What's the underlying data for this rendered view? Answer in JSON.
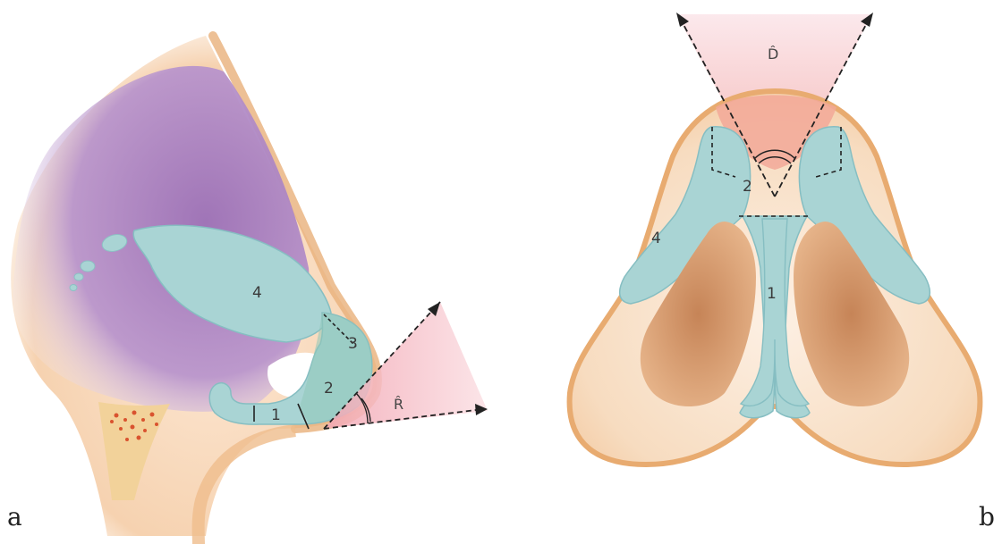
{
  "panels": {
    "a": {
      "letter": "a",
      "labels": {
        "lower_lateral_medial": "1",
        "lower_lateral_middle": "2",
        "lower_lateral_lateral": "3",
        "upper_lateral": "4"
      },
      "angle_label": "R̂"
    },
    "b": {
      "letter": "b",
      "labels": {
        "medial_crus": "1",
        "dome": "2",
        "lateral_crus": "4"
      },
      "angle_label": "D̂"
    }
  },
  "colors": {
    "skin": "#f3c9a0",
    "skin_edge": "#e4a06a",
    "cartilage": "#a9d4d4",
    "cartilage_edge": "#7fb3b8",
    "bone": "#b58ac6",
    "nostril": "#c98a5c",
    "angle_fill": "#f5b9c3"
  }
}
